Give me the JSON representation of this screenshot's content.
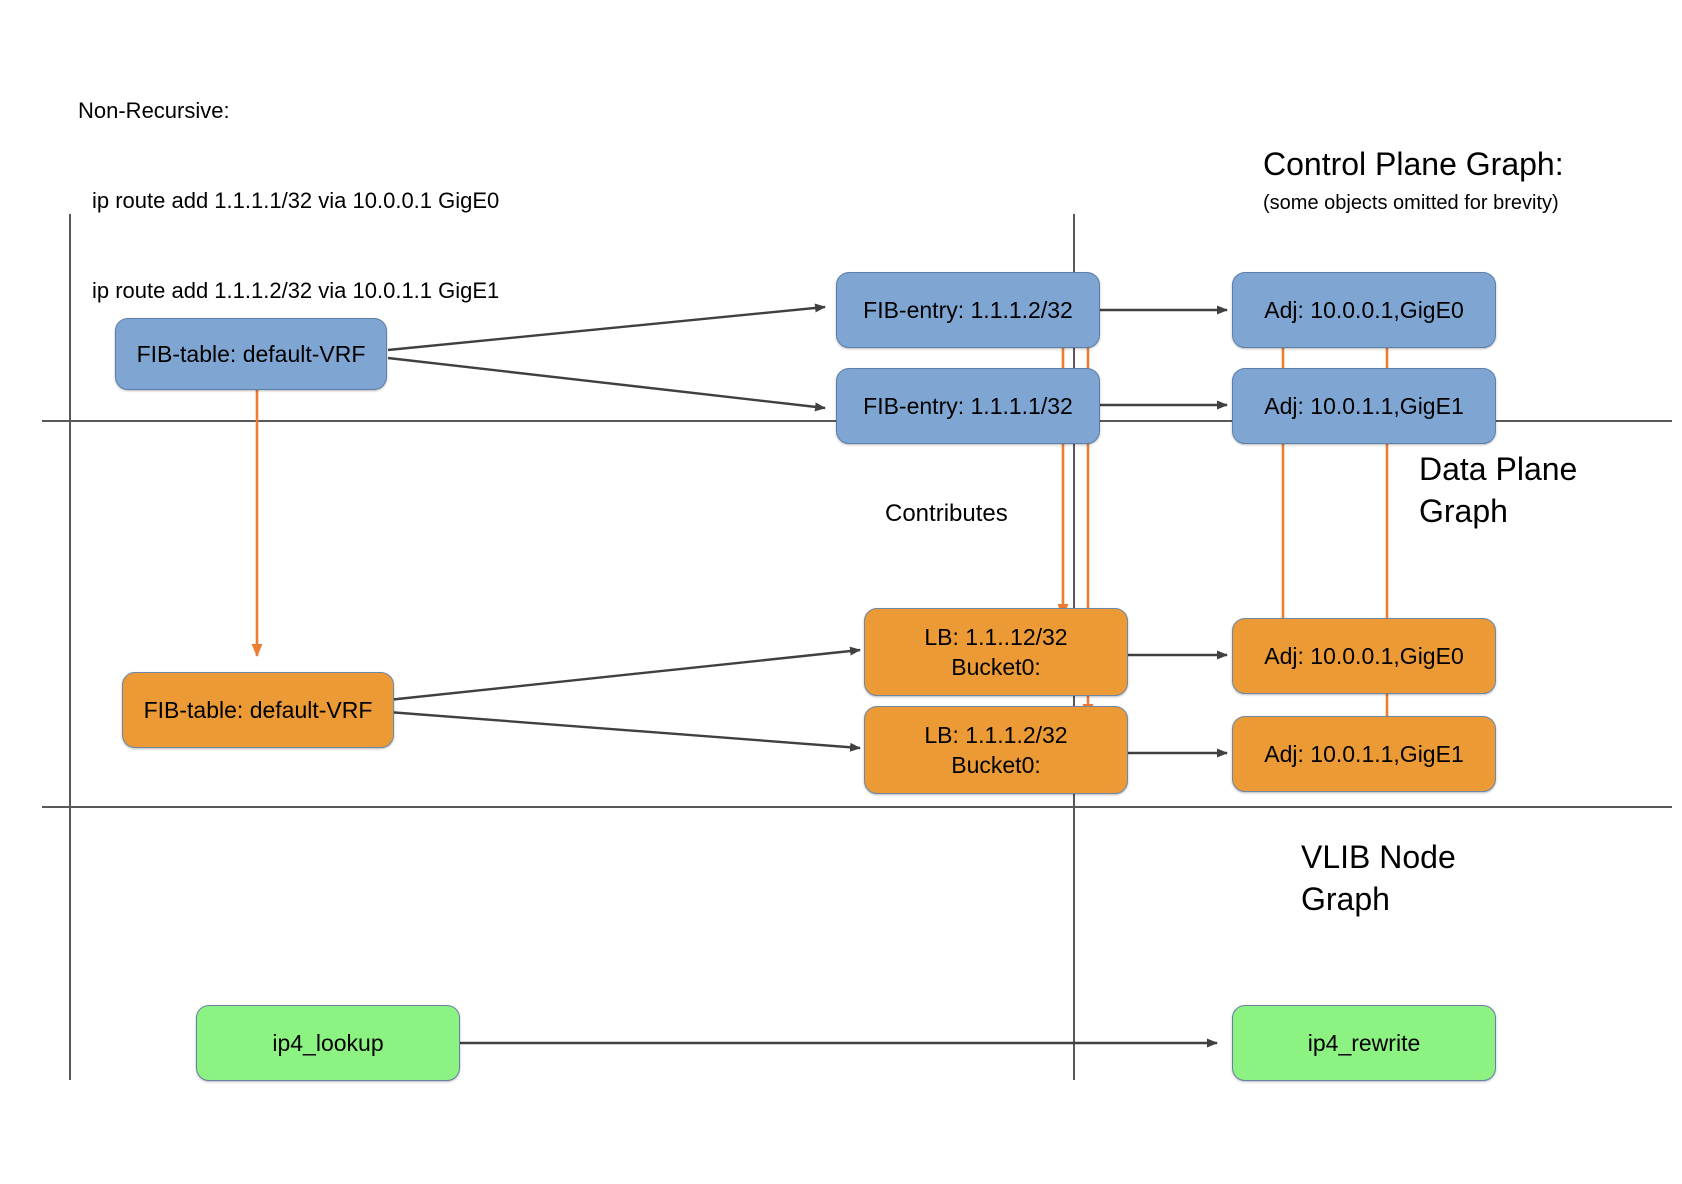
{
  "header": {
    "line1": "Non-Recursive:",
    "line2": "ip route add 1.1.1.1/32 via 10.0.0.1 GigE0",
    "line3": "ip route add 1.1.1.2/32 via 10.0.1.1 GigE1"
  },
  "lanes": {
    "control": {
      "title": "Control Plane Graph:",
      "subtitle": "(some objects omitted for brevity)"
    },
    "data": {
      "title_line1": "Data Plane",
      "title_line2": "Graph"
    },
    "vlib": {
      "title_line1": "VLIB Node",
      "title_line2": "Graph"
    }
  },
  "labels": {
    "contributes": "Contributes"
  },
  "nodes": {
    "cp_fib_table": {
      "text": "FIB-table: default-VRF"
    },
    "cp_fib_entry_1": {
      "text": "FIB-entry: 1.1.1.2/32"
    },
    "cp_fib_entry_2": {
      "text": "FIB-entry: 1.1.1.1/32"
    },
    "cp_adj_1": {
      "text": "Adj: 10.0.0.1,GigE0"
    },
    "cp_adj_2": {
      "text": "Adj: 10.0.1.1,GigE1"
    },
    "dp_fib_table": {
      "text": "FIB-table: default-VRF"
    },
    "dp_lb_1": {
      "line1": "LB: 1.1..12/32",
      "line2": "Bucket0:"
    },
    "dp_lb_2": {
      "line1": "LB: 1.1.1.2/32",
      "line2": "Bucket0:"
    },
    "dp_adj_1": {
      "text": "Adj: 10.0.0.1,GigE0"
    },
    "dp_adj_2": {
      "text": "Adj: 10.0.1.1,GigE1"
    },
    "vlib_lookup": {
      "text": "ip4_lookup"
    },
    "vlib_rewrite": {
      "text": "ip4_rewrite"
    }
  },
  "colors": {
    "control_plane_fill": "#7fa6d3",
    "data_plane_fill": "#eb9a35",
    "vlib_fill": "#8cf382",
    "contributes_arrow": "#ed7d31",
    "edge_arrow": "#404040",
    "divider": "#595959"
  }
}
